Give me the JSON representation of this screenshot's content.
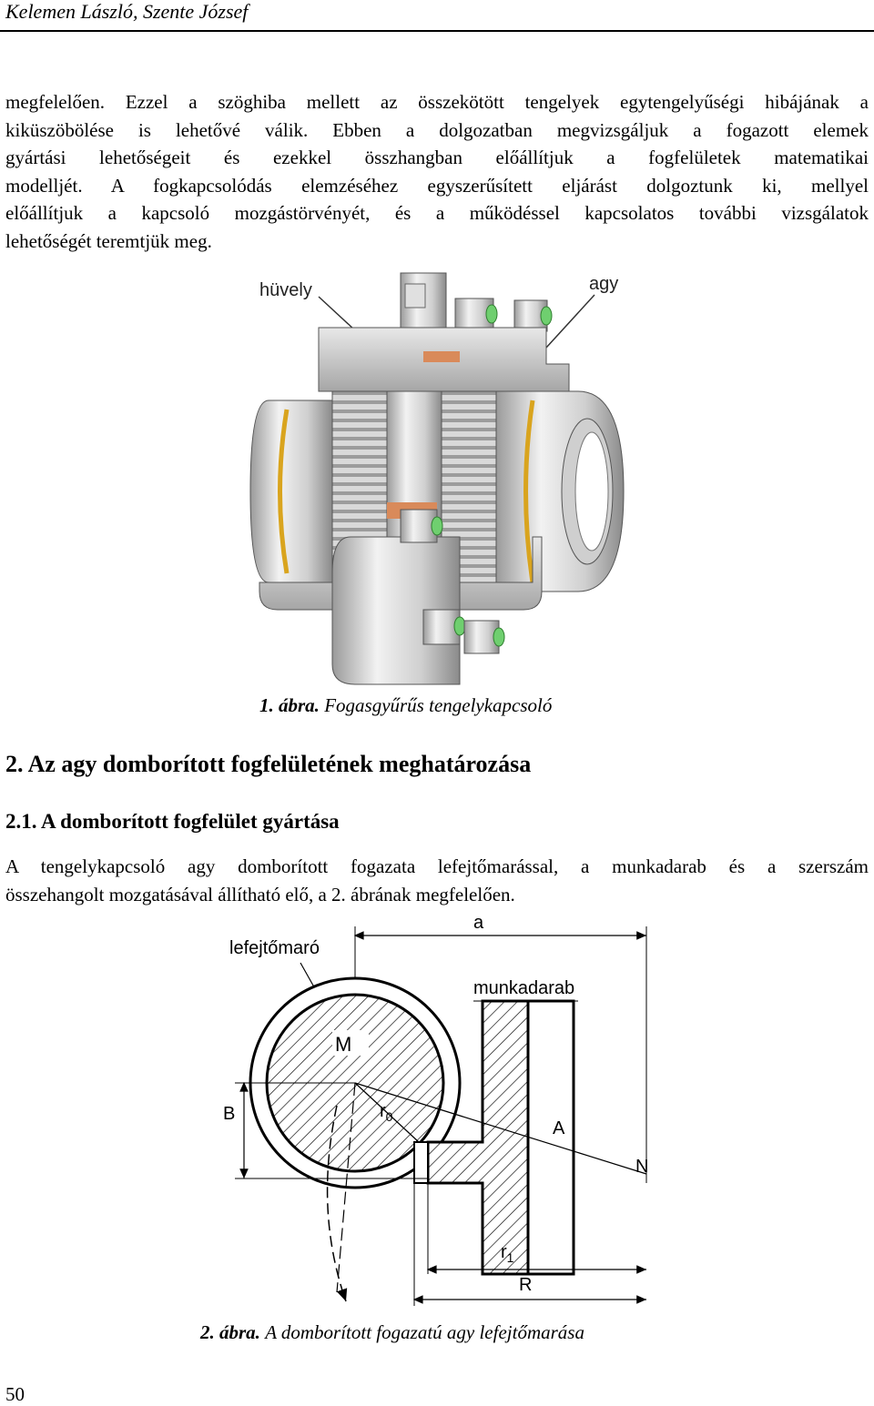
{
  "header": {
    "author": "Kelemen László, Szente József"
  },
  "intro_paragraph": {
    "lines": [
      "megfelelően. Ezzel a szöghiba mellett az összekötött tengelyek egytengelyűségi hibájának a",
      "kiküszöbölése is lehetővé válik. Ebben a dolgozatban megvizsgáljuk a fogazott elemek",
      "gyártási lehetőségeit és ezekkel összhangban előállítjuk a fogfelületek matematikai",
      "modelljét. A fogkapcsolódás elemzéséhez egyszerűsített eljárást dolgoztunk ki, mellyel",
      "előállítjuk a kapcsoló mozgástörvényét, és a működéssel kapcsolatos további vizsgálatok",
      "lehetőségét teremtjük meg."
    ]
  },
  "figure1": {
    "label_huvely": "hüvely",
    "label_agy": "agy",
    "caption_number": "1. ábra.",
    "caption_text": "Fogasgyűrűs tengelykapcsoló"
  },
  "section2": {
    "heading": "2. Az agy domborított fogfelületének meghatározása"
  },
  "subsection21": {
    "heading": "2.1. A domborított fogfelület gyártása",
    "lines": [
      "A tengelykapcsoló agy domborított fogazata lefejtőmarással, a munkadarab és a szerszám",
      "összehangolt mozgatásával állítható elő, a 2. ábrának megfelelően."
    ]
  },
  "figure2": {
    "label_lefejtomaro": "lefejtőmaró",
    "label_a": "a",
    "label_munkadarab": "munkadarab",
    "label_M": "M",
    "label_r0": "r",
    "label_r0_sub": "0",
    "label_B": "B",
    "label_A": "A",
    "label_N": "N",
    "label_r1": "r",
    "label_r1_sub": "1",
    "label_R": "R",
    "caption_number": "2. ábra.",
    "caption_text": "A domborított fogazatú agy lefejtőmarása"
  },
  "page": {
    "number": "50"
  }
}
